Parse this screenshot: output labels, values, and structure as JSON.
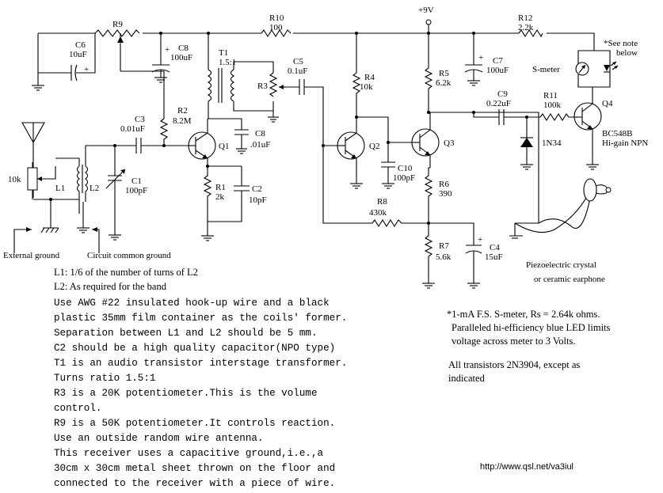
{
  "labels": {
    "r9": "R9",
    "c6": "C6",
    "c6_val": "10uF",
    "plus": "+",
    "c8": "C8",
    "c8_val": "100uF",
    "t1": "T1",
    "t1_ratio": "1.5:1",
    "r10": "R10",
    "r10_val": "100",
    "c5": "C5",
    "c5_val": "0.1uF",
    "r3": "R3",
    "vcc": "+9V",
    "r12": "R12",
    "r12_val": "2.2k",
    "note1": "*See note",
    "note2": "below",
    "s_meter": "S-meter",
    "c7": "C7",
    "c7_val": "100uF",
    "r4": "R4",
    "r4_val": "10k",
    "r5": "R5",
    "r5_val": "6.2k",
    "c9": "C9",
    "c9_val": "0.22uF",
    "r11": "R11",
    "r11_val": "100k",
    "q4": "Q4",
    "q4_type": "BC548B",
    "q4_desc": "Hi-gain NPN",
    "d1": "1N34",
    "c3": "C3",
    "c3_val": "0.01uF",
    "r2": "R2",
    "r2_val": "8.2M",
    "q1": "Q1",
    "c8b": "C8",
    "c8b_val": ".01uF",
    "q2": "Q2",
    "q3": "Q3",
    "c10": "C10",
    "c10_val": "100pF",
    "r6": "R6",
    "r6_val": "390",
    "r8": "R8",
    "r8_val": "430k",
    "r7": "R7",
    "r7_val": "5.6k",
    "c4": "C4",
    "c4_val": "15uF",
    "r1": "R1",
    "r1_val": "2k",
    "c2": "C2",
    "c2_val": "10pF",
    "pot10k": "10k",
    "l1": "L1",
    "l2": "L2",
    "c1": "C1",
    "c1_val": "100pF",
    "ext_ground": "External ground",
    "circuit_ground": "Circuit common ground",
    "earphone1": "Piezoelectric crystal",
    "earphone2": "or ceramic earphone"
  },
  "notes": [
    "L1:  1/6 of the number of turns of L2",
    "L2:  As required for the band",
    "Use AWG #22 insulated hook-up wire and a black",
    "plastic 35mm film container as the coils' former.",
    "Separation  between L1 and L2 should be 5 mm.",
    "C2 should be a high quality capacitor(NPO type)",
    "T1 is an audio transistor interstage transformer.",
    "Turns ratio 1.5:1",
    "R3 is a 20K potentiometer.This is the volume",
    "control.",
    "R9 is a 50K potentiometer.It controls reaction.",
    "Use an outside random wire antenna.",
    "This receiver uses a capacitive ground,i.e.,a",
    "30cm x 30cm metal sheet thrown on the floor and",
    "connected to the receiver with a piece of wire."
  ],
  "meter_notes": [
    "*1-mA F.S. S-meter, Rs = 2.64k ohms.",
    "Paralleled hi-efficiency blue LED limits",
    "voltage across meter to 3 Volts.",
    "All transistors 2N3904, except as",
    "indicated"
  ],
  "url": "http://www.qsl.net/va3iul"
}
